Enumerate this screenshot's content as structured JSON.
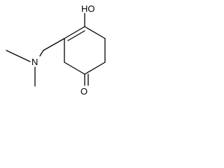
{
  "diagram": {
    "type": "chemical-structure",
    "atoms": {
      "hydroxyl": "HO",
      "nitrogen": "N",
      "carbonyl_oxygen": "O"
    },
    "colors": {
      "bond": "#000000",
      "label": "#000000",
      "background": "#ffffff"
    }
  }
}
